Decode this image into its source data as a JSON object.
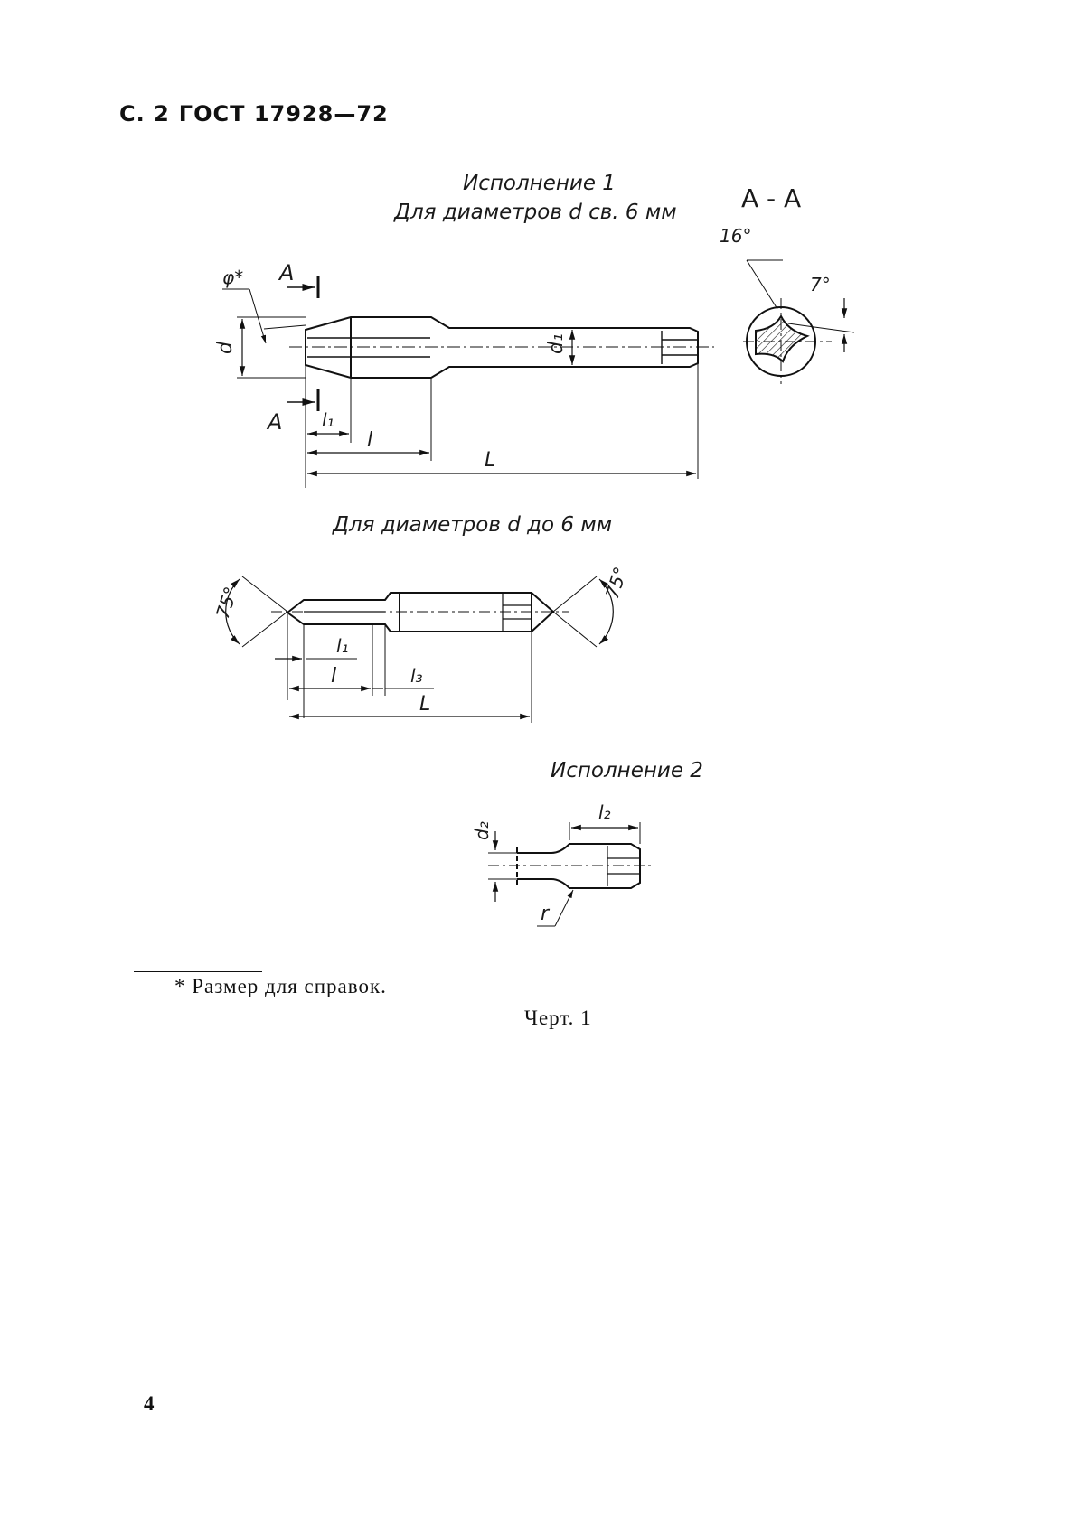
{
  "header": {
    "prefix": "С. 2",
    "standard": "ГОСТ 17928—72"
  },
  "drawing": {
    "variant1_title": "Исполнение 1",
    "variant1_subtitle": "Для диаметров d св. 6 мм",
    "section_title": "А - А",
    "small_diameter_title": "Для диаметров d до 6 мм",
    "variant2_title": "Исполнение 2",
    "labels": {
      "angle_16": "16°",
      "angle_7": "7°",
      "angle_75": "75°",
      "phi": "φ*",
      "section_mark": "А",
      "d": "d",
      "d1": "d₁",
      "d2": "d₂",
      "l": "l",
      "l1": "l₁",
      "l2": "l₂",
      "l3": "l₃",
      "L": "L",
      "r": "r"
    }
  },
  "footnote": "* Размер для справок.",
  "figure_caption": "Черт. 1",
  "page_number": "4"
}
